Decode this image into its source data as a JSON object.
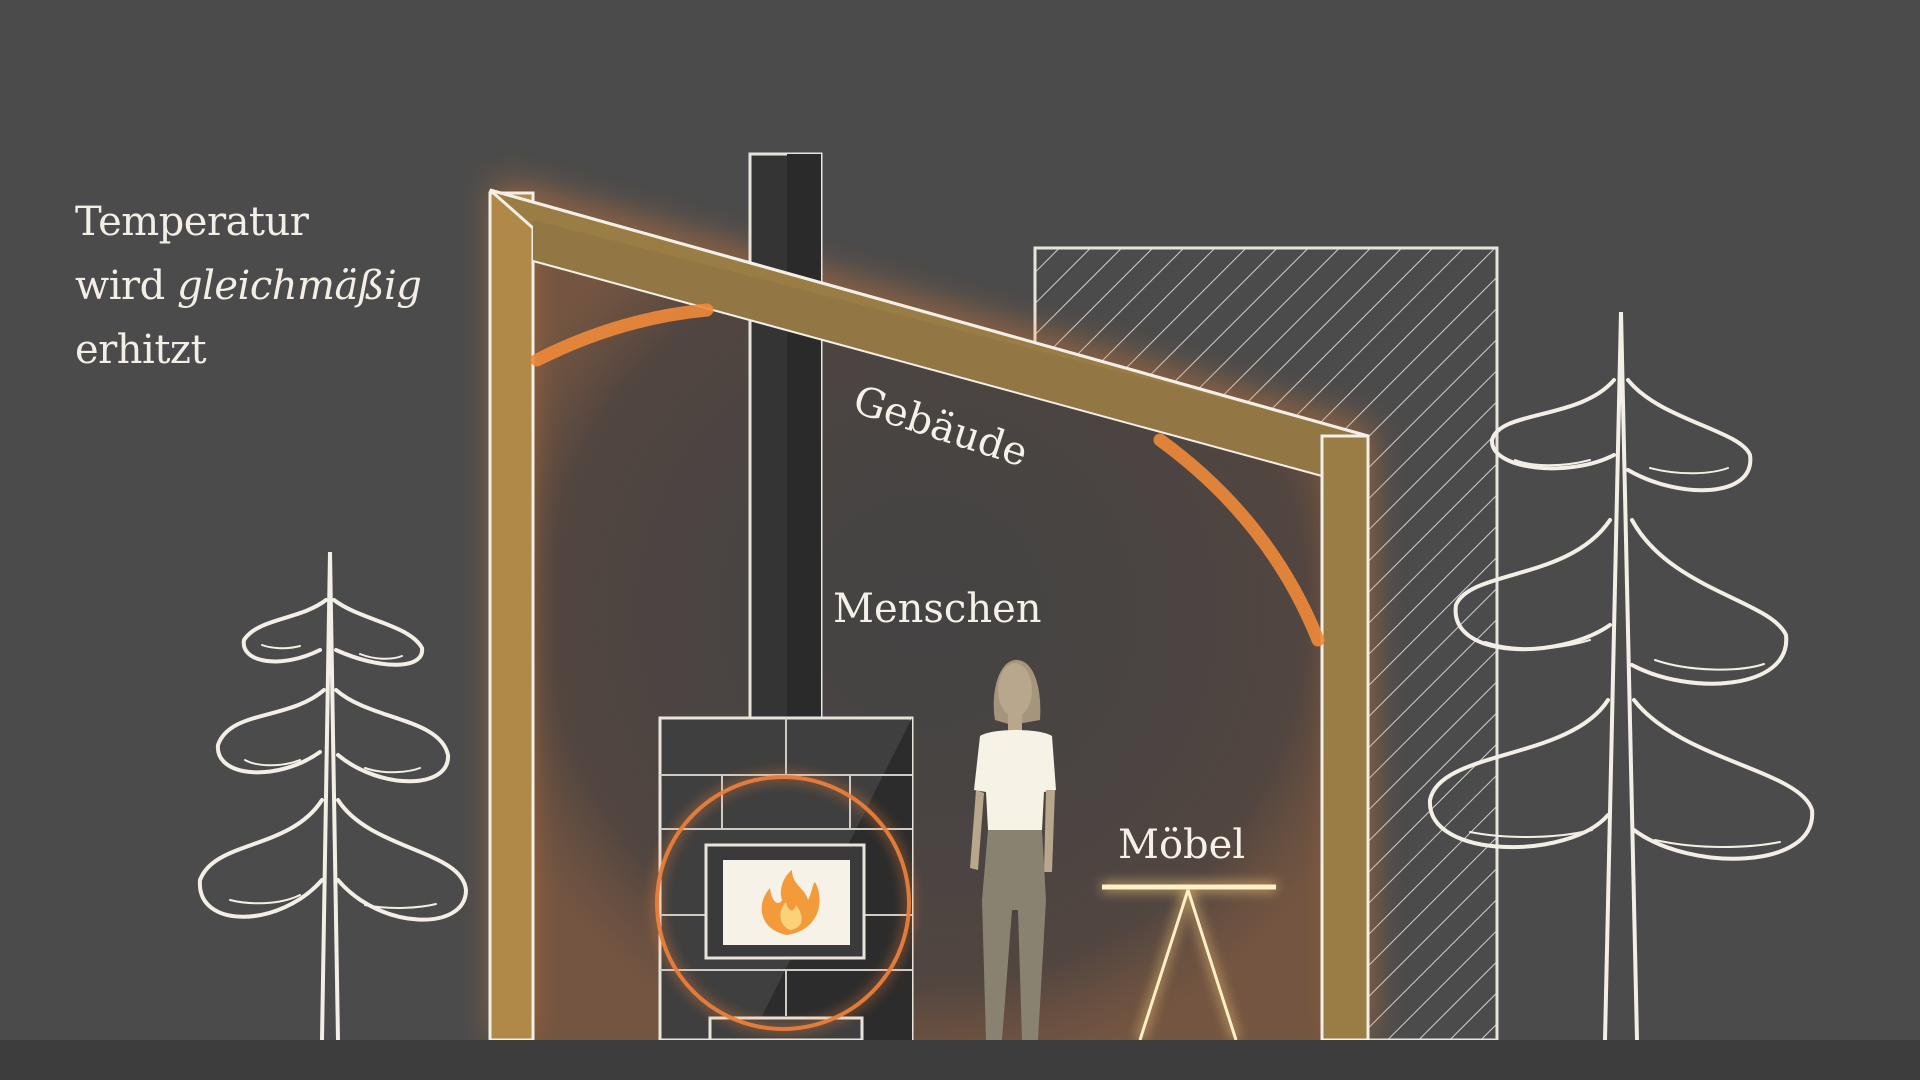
{
  "caption": {
    "line1": "Temperatur",
    "line2_prefix": "wird ",
    "line2_emphasis": "gleichmäßig",
    "line3": "erhitzt"
  },
  "labels": {
    "building": "Gebäude",
    "people": "Menschen",
    "furniture": "Möbel"
  },
  "colors": {
    "background": "#4b4b4b",
    "frame": "#9c7d44",
    "heat_arc": "#f08a3a",
    "outline": "#f3efe6",
    "glow": "#ff8c3c"
  }
}
